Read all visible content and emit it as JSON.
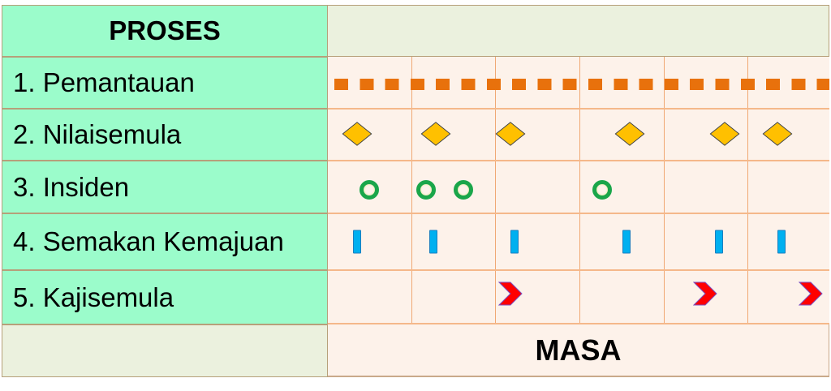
{
  "header": {
    "process_label": "PROSES"
  },
  "rows": [
    {
      "label": "1. Pemantauan",
      "marker": "dotted-line"
    },
    {
      "label": "2. Nilaisemula",
      "marker": "diamond"
    },
    {
      "label": "3. Insiden",
      "marker": "ring"
    },
    {
      "label": "4. Semakan Kemajuan",
      "marker": "bar"
    },
    {
      "label": "5. Kajisemula",
      "marker": "chevron"
    }
  ],
  "footer": {
    "time_label": "MASA"
  },
  "colors": {
    "process_bg": "#9bfccb",
    "timeline_bg": "#fdf2ea",
    "grid_line": "#f0a873",
    "dash": "#e8710c",
    "diamond": "#ffc000",
    "ring": "#1aa64a",
    "bar": "#00b0f0",
    "chevron": "#ff0000"
  }
}
